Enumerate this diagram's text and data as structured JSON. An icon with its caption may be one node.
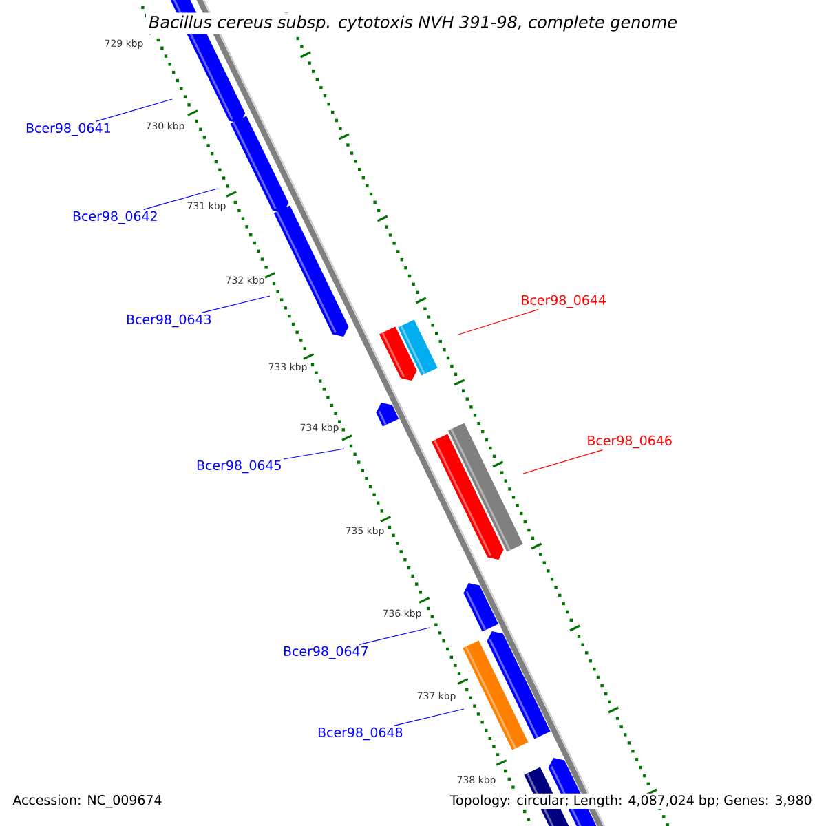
{
  "diagram": {
    "title": "Bacillus cereus subsp. cytotoxis NVH 391-98, complete genome",
    "nodes": [
      {
        "text": [
          "Bcer98_0641"
        ]
      },
      {
        "text": [
          "Bcer98_0642"
        ]
      },
      {
        "text": [
          "Bcer98_0643"
        ]
      },
      {
        "text": [
          "Bcer98_0644"
        ]
      },
      {
        "text": [
          "Bcer98_0645"
        ]
      },
      {
        "text": [
          "Bcer98_0646"
        ]
      },
      {
        "text": [
          "Bcer98_0647"
        ]
      },
      {
        "text": [
          "Bcer98_0648"
        ]
      }
    ],
    "edges": [
      {
        "from": 0,
        "to": null,
        "arrow": "none"
      },
      {
        "from": 1,
        "to": null,
        "arrow": "none"
      },
      {
        "from": 2,
        "to": null,
        "arrow": "none"
      },
      {
        "from": 3,
        "to": null,
        "arrow": "none",
        "color": "#ff0000"
      },
      {
        "from": 4,
        "to": null,
        "arrow": "none"
      },
      {
        "from": 5,
        "to": null,
        "arrow": "none",
        "color": "#ff0000"
      },
      {
        "from": 6,
        "to": null,
        "arrow": "none"
      },
      {
        "from": 7,
        "to": null,
        "arrow": "none"
      }
    ],
    "labels": [
      "729 kbp",
      "730 kbp",
      "731 kbp",
      "732 kbp",
      "733 kbp",
      "734 kbp",
      "735 kbp",
      "736 kbp",
      "737 kbp",
      "738 kbp",
      "Accession: NC_009674",
      "Topology: circular; Length: 4,087,024 bp; Genes: 3,980"
    ]
  }
}
